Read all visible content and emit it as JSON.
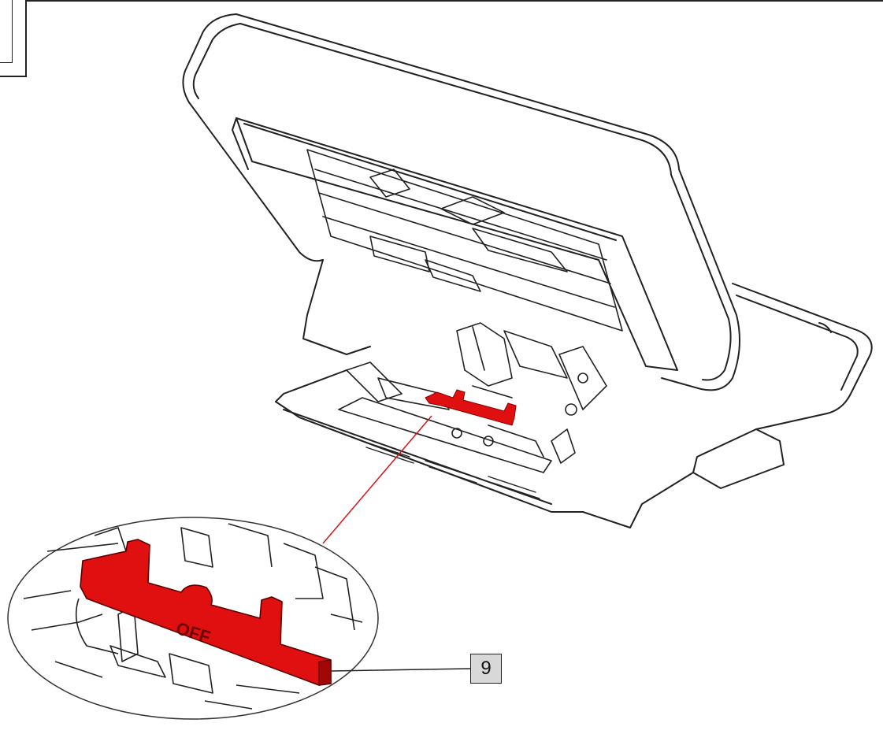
{
  "callout": {
    "number": "9"
  },
  "lever": {
    "label": "OFF",
    "color": "#e01010"
  },
  "icons": [
    "scanner-device-illustration",
    "magnified-detail",
    "leader-line"
  ]
}
